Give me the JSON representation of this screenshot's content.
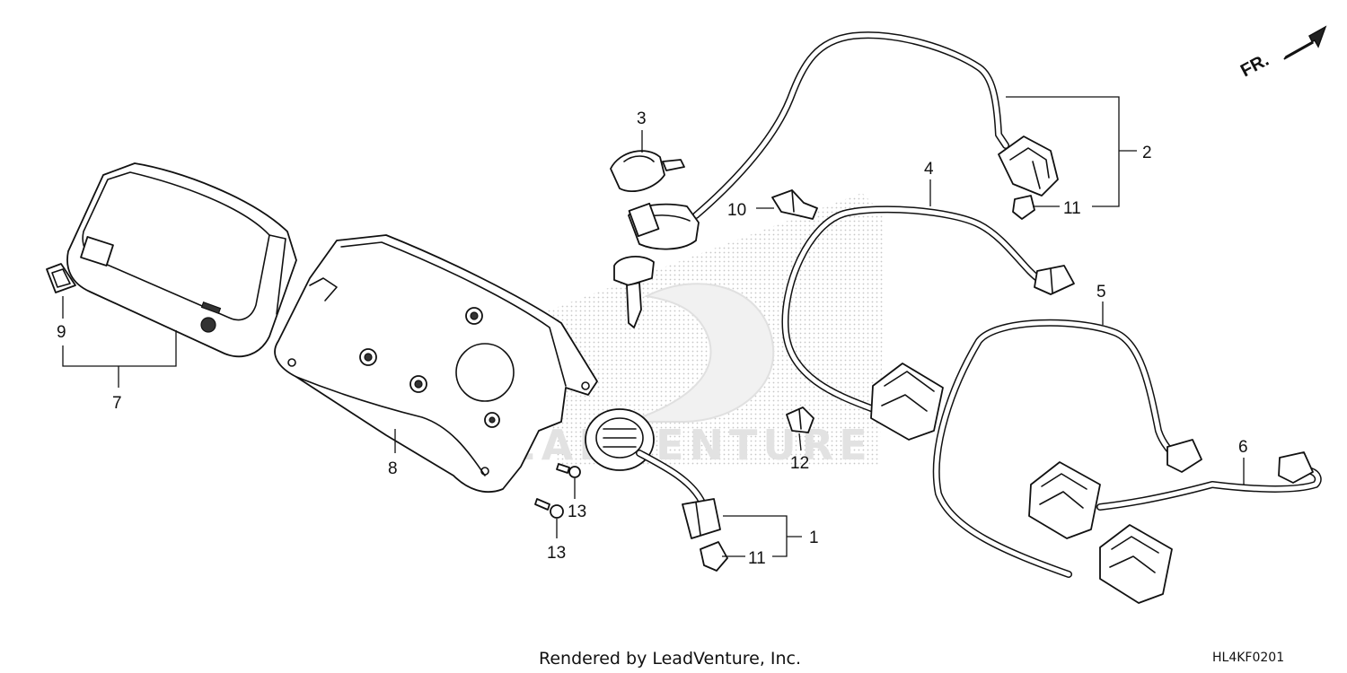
{
  "diagram": {
    "callouts": [
      {
        "id": "c1",
        "label": "1"
      },
      {
        "id": "c2",
        "label": "2"
      },
      {
        "id": "c3",
        "label": "3"
      },
      {
        "id": "c4",
        "label": "4"
      },
      {
        "id": "c5",
        "label": "5"
      },
      {
        "id": "c6",
        "label": "6"
      },
      {
        "id": "c7",
        "label": "7"
      },
      {
        "id": "c8",
        "label": "8"
      },
      {
        "id": "c9",
        "label": "9"
      },
      {
        "id": "c10",
        "label": "10"
      },
      {
        "id": "c11a",
        "label": "11"
      },
      {
        "id": "c11b",
        "label": "11"
      },
      {
        "id": "c12",
        "label": "12"
      },
      {
        "id": "c13a",
        "label": "13"
      },
      {
        "id": "c13b",
        "label": "13"
      }
    ],
    "direction_label": "FR.",
    "watermark": "LEADVENTURE",
    "footer": "Rendered by LeadVenture, Inc.",
    "diagram_code": "HL4KF0201"
  }
}
